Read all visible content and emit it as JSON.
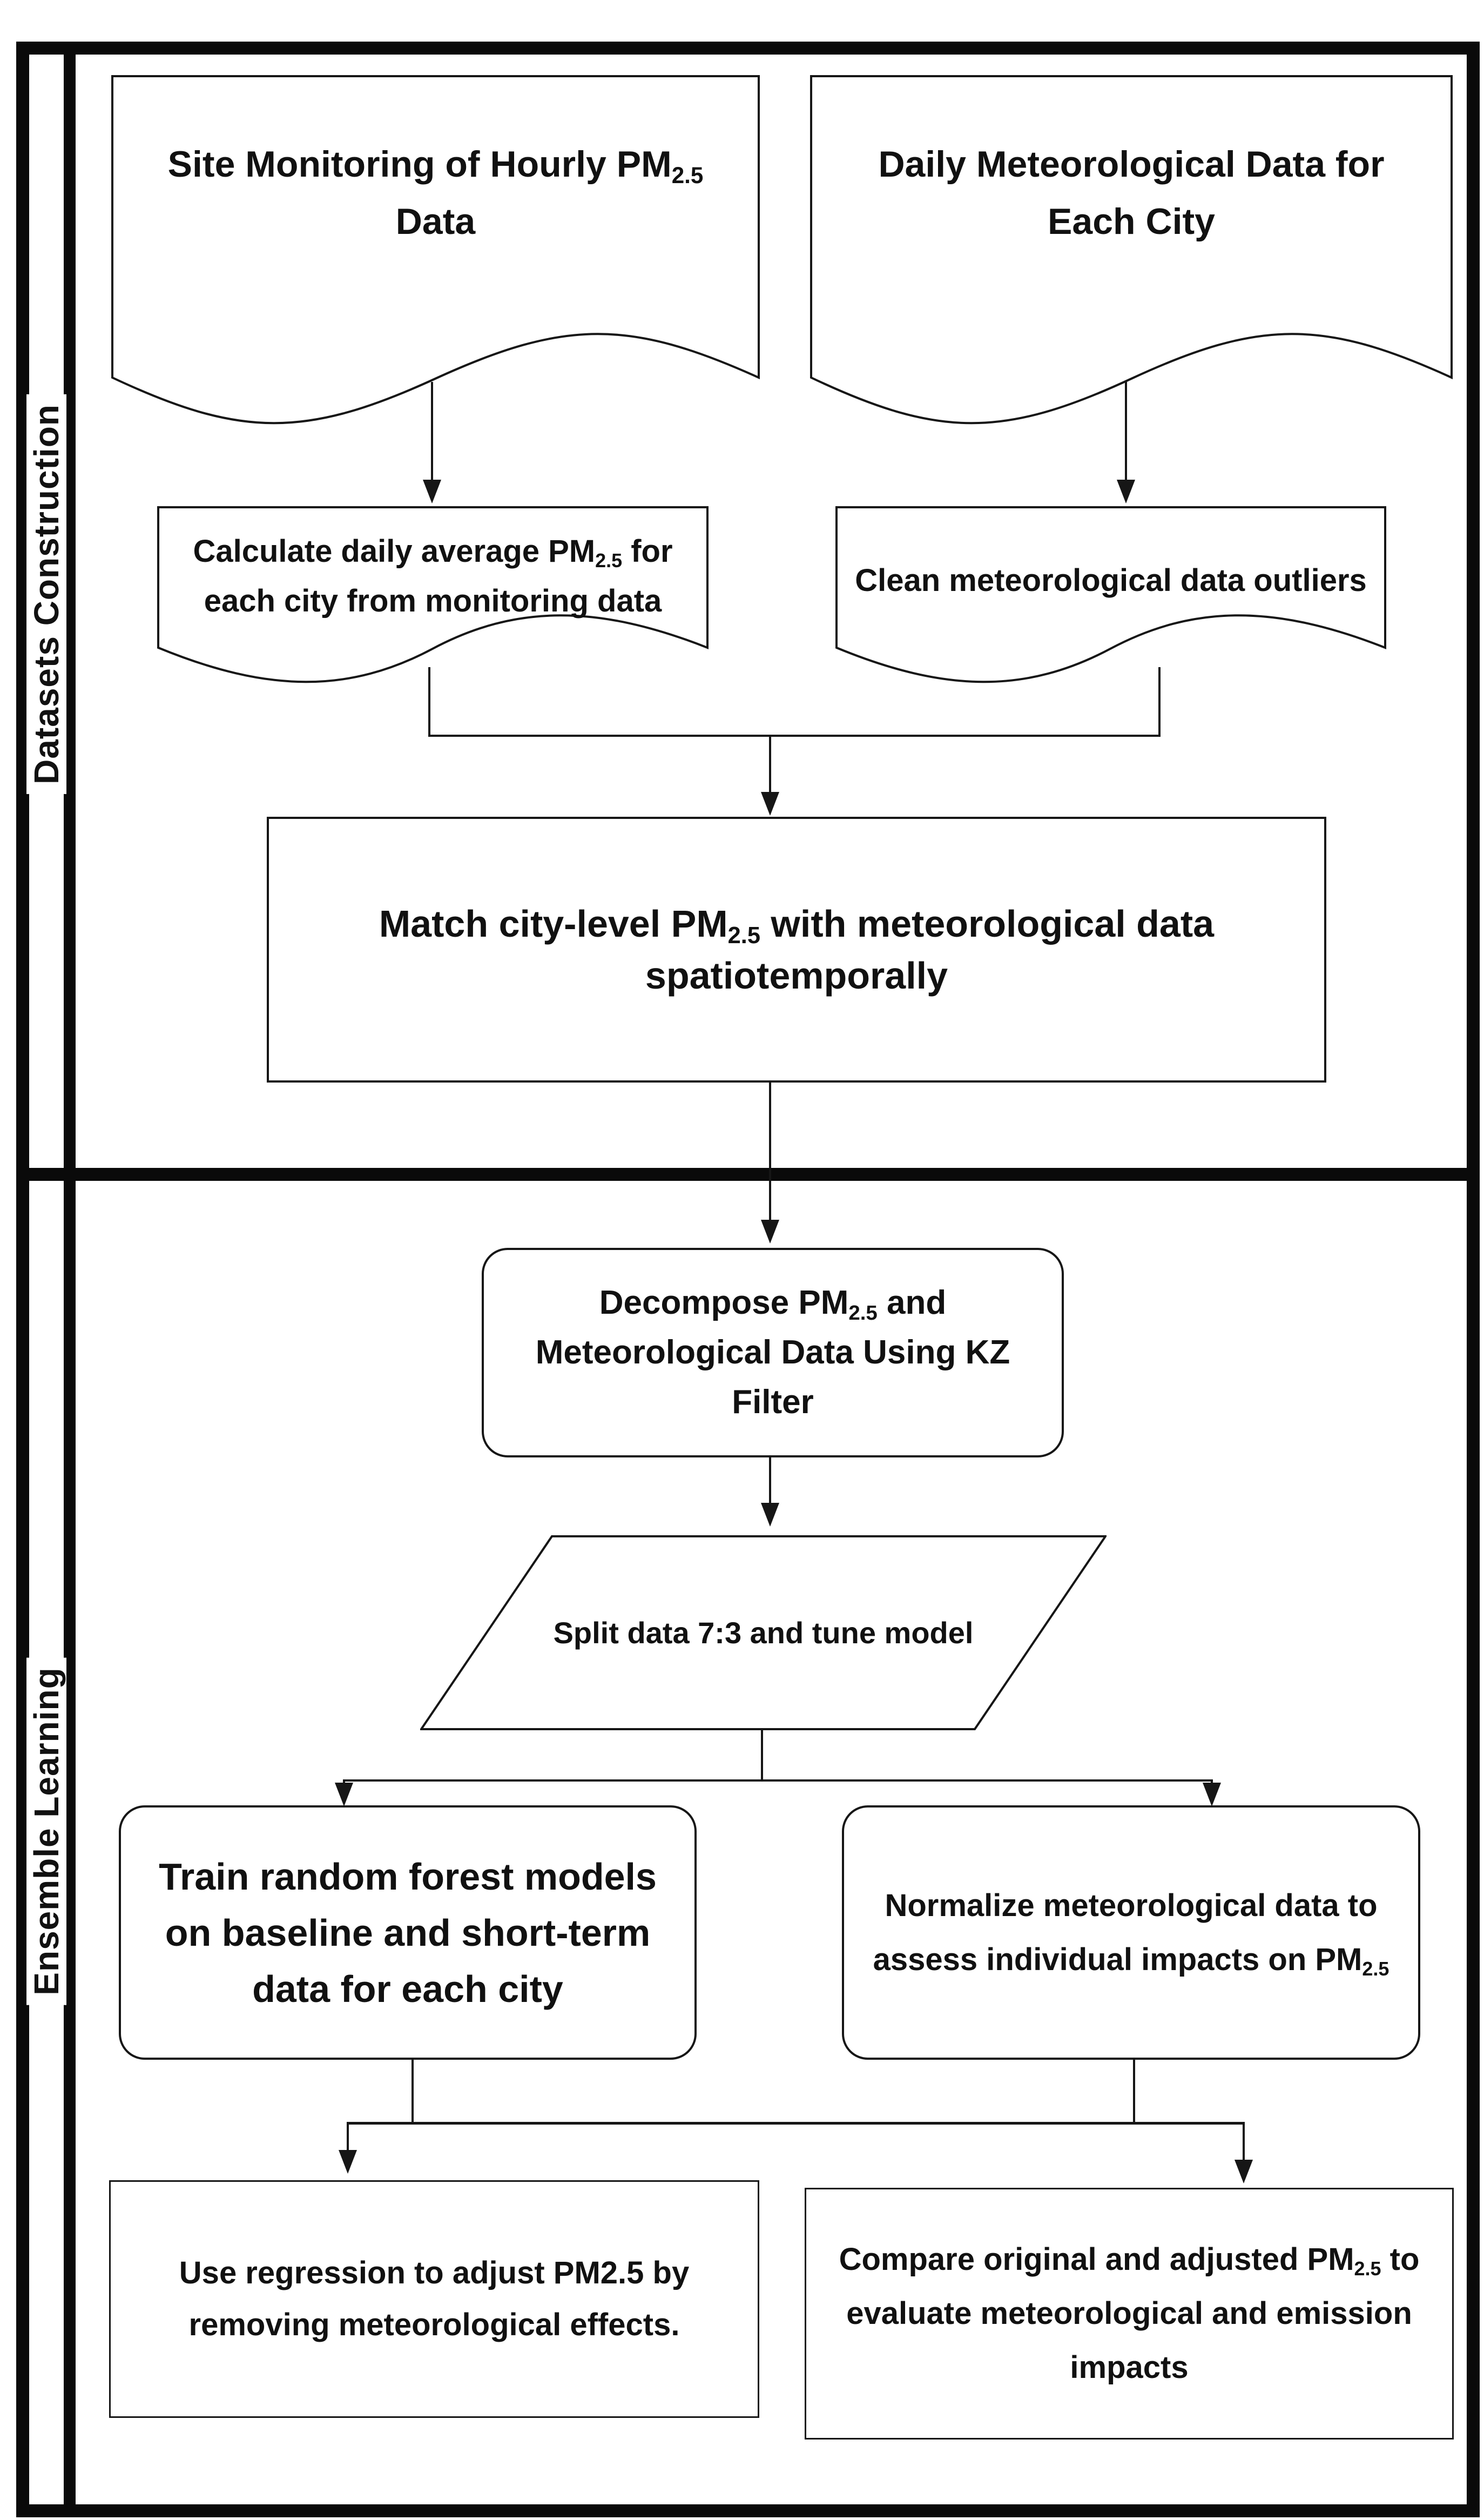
{
  "colors": {
    "ink": "#111111",
    "background": "#ffffff"
  },
  "sections": {
    "datasets_construction": {
      "label": "Datasets Construction"
    },
    "ensemble_learning": {
      "label": "Ensemble Learning"
    }
  },
  "nodes": {
    "doc_site": {
      "line1_pre": "Site Monitoring of Hourly PM",
      "line1_sub": "2.5",
      "line2": "Data"
    },
    "doc_met": {
      "line1": "Daily Meteorological Data for",
      "line2": "Each City"
    },
    "doc_calc": {
      "line1_pre": "Calculate daily average PM",
      "line1_sub": "2.5",
      "line1_post": " for",
      "line2": "each city from monitoring data"
    },
    "doc_clean": {
      "line1": "Clean meteorological data outliers"
    },
    "match": {
      "line1_pre": "Match city-level PM",
      "line1_sub": "2.5",
      "line1_post": " with meteorological data",
      "line2": "spatiotemporally"
    },
    "decompose": {
      "line1_pre": "Decompose PM",
      "line1_sub": "2.5",
      "line1_post": " and",
      "line2": "Meteorological Data Using KZ",
      "line3": "Filter"
    },
    "split": {
      "line1": "Split data 7:3 and tune model"
    },
    "train": {
      "line1": "Train random forest models",
      "line2": "on baseline and short-term",
      "line3": "data for each city"
    },
    "normalize": {
      "line1": "Normalize meteorological data to",
      "line2_pre": "assess individual impacts on PM",
      "line2_sub": "2.5"
    },
    "regression": {
      "line1": "Use regression to adjust PM2.5 by",
      "line2": "removing meteorological effects."
    },
    "compare": {
      "line1_pre": "Compare original and adjusted PM",
      "line1_sub": "2.5",
      "line1_post": " to",
      "line2": "evaluate meteorological and emission",
      "line3": "impacts"
    }
  }
}
